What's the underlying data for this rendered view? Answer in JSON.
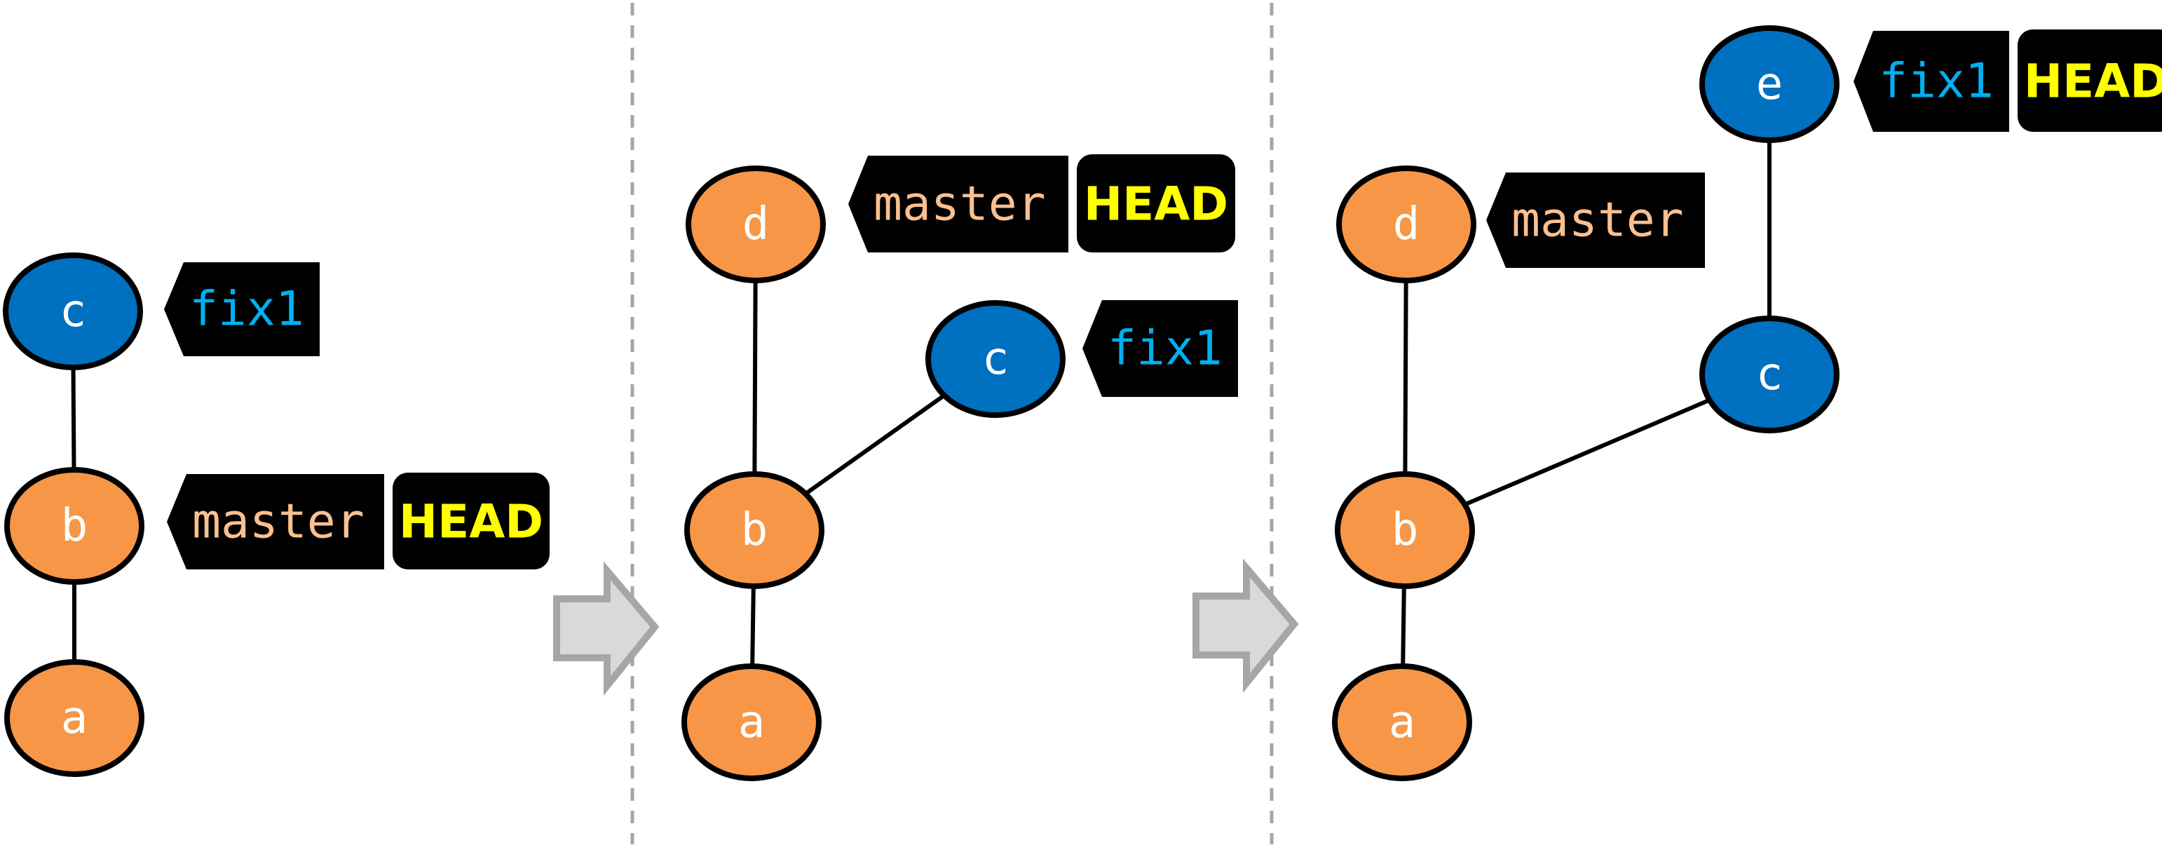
{
  "colors": {
    "master_node": "#f79646",
    "branch_node": "#0070c0",
    "label_bg": "#000000",
    "master_text": "#fac090",
    "fix1_text": "#00b0f0",
    "head_text": "#ffff00",
    "arrow_fill": "#d9d9d9",
    "arrow_stroke": "#a6a6a6",
    "divider": "#a6a6a6"
  },
  "panels": [
    {
      "step": "before",
      "nodes": [
        {
          "id": "c",
          "label": "c",
          "kind": "branch"
        },
        {
          "id": "b",
          "label": "b",
          "kind": "master"
        },
        {
          "id": "a",
          "label": "a",
          "kind": "master"
        }
      ],
      "edges": [
        [
          "a",
          "b"
        ],
        [
          "b",
          "c"
        ]
      ],
      "labels": [
        {
          "target": "c",
          "branch": "fix1",
          "head": null
        },
        {
          "target": "b",
          "branch": "master",
          "head": "HEAD"
        }
      ]
    },
    {
      "step": "after-commit-on-master",
      "nodes": [
        {
          "id": "d",
          "label": "d",
          "kind": "master"
        },
        {
          "id": "c",
          "label": "c",
          "kind": "branch"
        },
        {
          "id": "b",
          "label": "b",
          "kind": "master"
        },
        {
          "id": "a",
          "label": "a",
          "kind": "master"
        }
      ],
      "edges": [
        [
          "a",
          "b"
        ],
        [
          "b",
          "d"
        ],
        [
          "b",
          "c"
        ]
      ],
      "labels": [
        {
          "target": "d",
          "branch": "master",
          "head": "HEAD"
        },
        {
          "target": "c",
          "branch": "fix1",
          "head": null
        }
      ]
    },
    {
      "step": "after-commit-on-fix1",
      "nodes": [
        {
          "id": "e",
          "label": "e",
          "kind": "branch"
        },
        {
          "id": "d",
          "label": "d",
          "kind": "master"
        },
        {
          "id": "c",
          "label": "c",
          "kind": "branch"
        },
        {
          "id": "b",
          "label": "b",
          "kind": "master"
        },
        {
          "id": "a",
          "label": "a",
          "kind": "master"
        }
      ],
      "edges": [
        [
          "a",
          "b"
        ],
        [
          "b",
          "d"
        ],
        [
          "b",
          "c"
        ],
        [
          "c",
          "e"
        ]
      ],
      "labels": [
        {
          "target": "d",
          "branch": "master",
          "head": null
        },
        {
          "target": "e",
          "branch": "fix1",
          "head": "HEAD"
        }
      ]
    }
  ],
  "transitions": [
    {
      "from": "before",
      "to": "after-commit-on-master",
      "icon": "right-arrow-icon"
    },
    {
      "from": "after-commit-on-master",
      "to": "after-commit-on-fix1",
      "icon": "right-arrow-icon"
    }
  ]
}
